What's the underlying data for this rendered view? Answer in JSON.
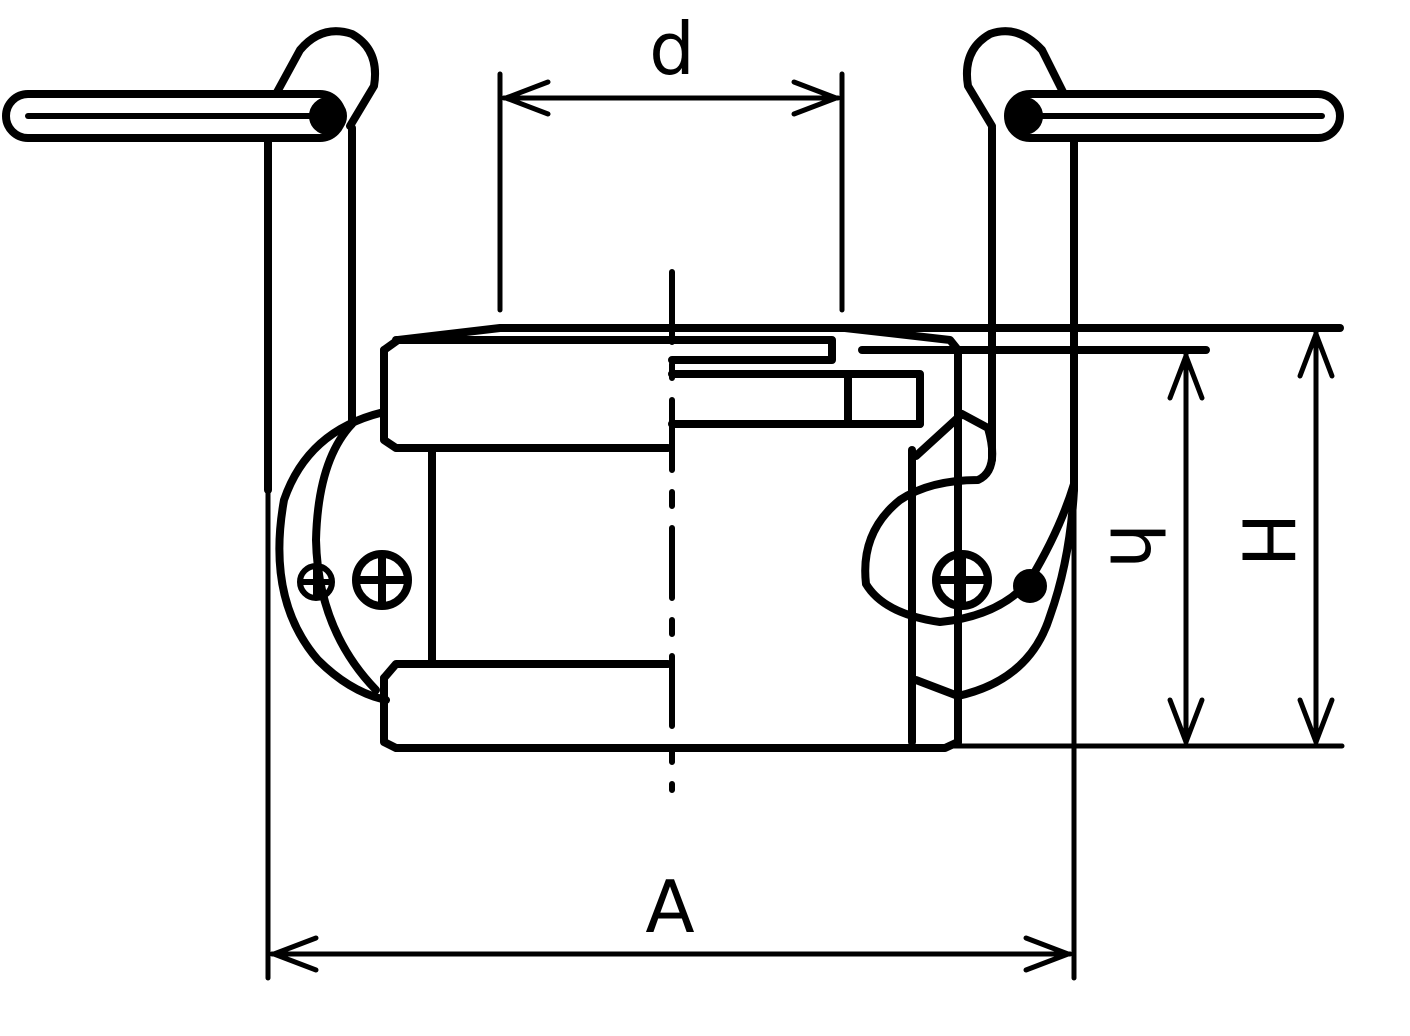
{
  "labels": {
    "d": "d",
    "A": "A",
    "h": "h",
    "H": "H"
  }
}
